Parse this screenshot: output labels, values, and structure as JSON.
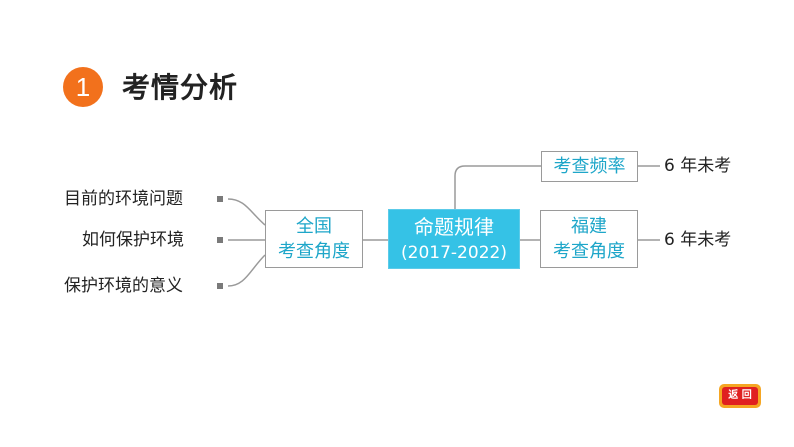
{
  "section": {
    "number": "1",
    "title": "考情分析"
  },
  "diagram": {
    "left_items": [
      "目前的环境问题",
      "如何保护环境",
      "保护环境的意义"
    ],
    "national": {
      "line1": "全国",
      "line2": "考查角度"
    },
    "center": {
      "line1": "命题规律",
      "line2": "(2017-2022)"
    },
    "frequency": {
      "label": "考查频率",
      "result": "6 年未考"
    },
    "fujian": {
      "line1": "福建",
      "line2": "考查角度",
      "result": "6 年未考"
    }
  },
  "colors": {
    "accent": "#35c2e6",
    "badge": "#f2711c",
    "node_text": "#1ea6c9"
  },
  "back_button": {
    "label": "返 回"
  }
}
